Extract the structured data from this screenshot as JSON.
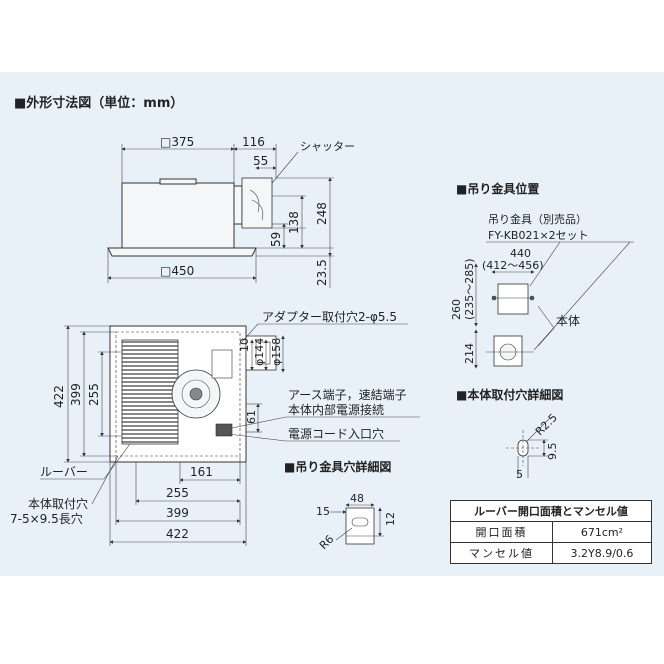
{
  "title": "■外形寸法図（単位：mm）",
  "side_view": {
    "dims": {
      "width_top": "□375",
      "offset_116": "116",
      "offset_55": "55",
      "height_248": "248",
      "height_138": "138",
      "height_59": "59",
      "height_23_5": "23.5",
      "width_bottom": "□450"
    },
    "shutter_label": "シャッター"
  },
  "plan_view": {
    "dims": {
      "h422": "422",
      "h399": "399",
      "h255": "255",
      "h10": "10",
      "h44": "φ144",
      "h58": "φ158",
      "h61": "61",
      "w161": "161",
      "w255": "255",
      "w399": "399",
      "w422": "422"
    },
    "labels": {
      "adapter_holes": "アダプター取付穴2-φ5.5",
      "earth_terminal": "アース端子，速結端子",
      "internal_power": "本体内部電源接続",
      "power_cord_inlet": "電源コード入口穴",
      "louver": "ルーバー",
      "mount_holes": "本体取付穴",
      "mount_holes_size": "7-5×9.5長穴"
    }
  },
  "hanger_position": {
    "heading": "■吊り金具位置",
    "part_label": "吊り金具（別売品）",
    "part_code": "FY-KB021×2セット",
    "w440": "440",
    "w440_range": "(412～456)",
    "h260": "260",
    "h260_range": "(235～285)",
    "h214": "214",
    "body_label": "本体"
  },
  "mount_hole_detail": {
    "heading": "■本体取付穴詳細図",
    "r": "R2.5",
    "h": "9.5",
    "w": "5"
  },
  "hanger_detail": {
    "heading": "■吊り金具穴詳細図",
    "w15": "15",
    "w48": "48",
    "h12": "12",
    "r6": "R6"
  },
  "table": {
    "header": "ルーバー開口面積とマンセル値",
    "rows": [
      {
        "label": "開口面積",
        "value": "671cm²"
      },
      {
        "label": "マンセル値",
        "value": "3.2Y8.9/0.6"
      }
    ]
  }
}
